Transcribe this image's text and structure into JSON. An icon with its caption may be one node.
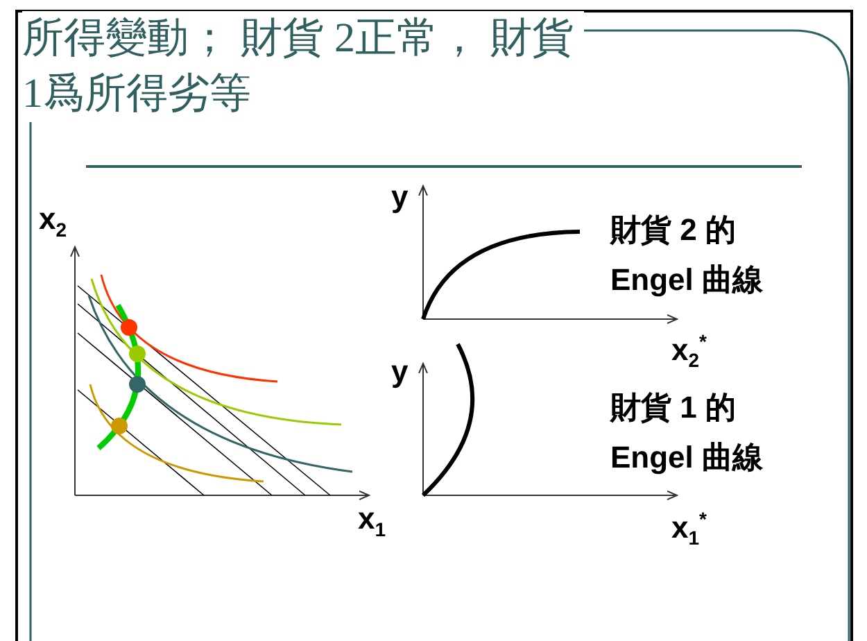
{
  "diagram": {
    "title": "所得變動； 財貨 2正常， 財貨 1爲所得劣等",
    "labels": [
      "x$_{2}$",
      "y",
      "財貨 2 的 Engel 曲線",
      "x$_{2}$$^{*}$",
      "y",
      "財貨 1 的 Engel 曲線",
      "x$_{1}$",
      "x$_{1}$$^{*}$"
    ]
  }
}
